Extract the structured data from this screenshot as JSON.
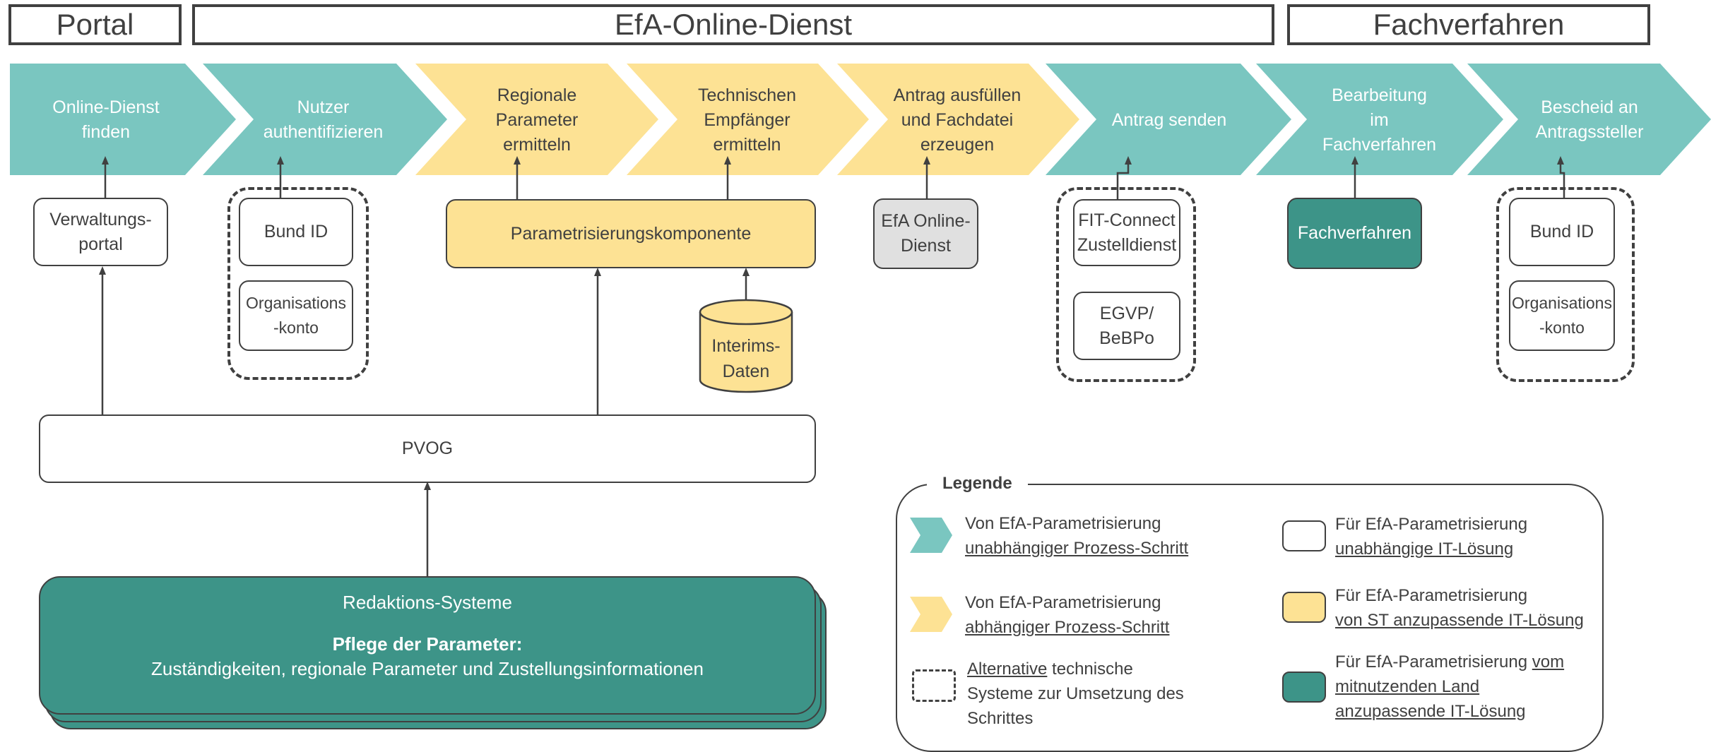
{
  "headers": {
    "portal": "Portal",
    "efa": "EfA-Online-Dienst",
    "fach": "Fachverfahren"
  },
  "steps": [
    {
      "label": "Online-Dienst\nfinden",
      "kind": "teal"
    },
    {
      "label": "Nutzer\nauthentifizieren",
      "kind": "teal"
    },
    {
      "label": "Regionale\nParameter\nermitteln",
      "kind": "yellow"
    },
    {
      "label": "Technischen\nEmpfänger\nermitteln",
      "kind": "yellow"
    },
    {
      "label": "Antrag ausfüllen\nund Fachdatei\nerzeugen",
      "kind": "yellow"
    },
    {
      "label": "Antrag senden",
      "kind": "teal"
    },
    {
      "label": "Bearbeitung\nim\nFachverfahren",
      "kind": "teal"
    },
    {
      "label": "Bescheid an\nAntragssteller",
      "kind": "teal"
    }
  ],
  "components": {
    "verwaltungsportal": "Verwaltungs-\nportal",
    "bund_id_1": "Bund ID",
    "org_konto_1": "Organisations\n-konto",
    "param_komp": "Parametrisierungskomponente",
    "interims": "Interims-\nDaten",
    "efa_online": "EfA Online-\nDienst",
    "fit_connect": "FIT-Connect\nZustelldienst",
    "egvp": "EGVP/\nBeBPo",
    "fachverfahren": "Fachverfahren",
    "bund_id_2": "Bund ID",
    "org_konto_2": "Organisations\n-konto",
    "pvog": "PVOG"
  },
  "redaktion": {
    "title": "Redaktions-Systeme",
    "bold": "Pflege der Parameter:",
    "text": "Zuständigkeiten, regionale Parameter und Zustellungsinformationen"
  },
  "legend": {
    "title": "Legende",
    "teal_step_1": "Von EfA-Parametrisierung",
    "teal_step_2": "unabhängiger Prozess-Schritt",
    "yellow_step_1": "Von EfA-Parametrisierung",
    "yellow_step_2": "abhängiger Prozess-Schritt",
    "alt_1": "Alternative",
    "alt_2": " technische",
    "alt_3": "Systeme zur Umsetzung des",
    "alt_4": "Schrittes",
    "white_1": "Für EfA-Parametrisierung",
    "white_2": "unabhängige IT-Lösung",
    "yellow_1": "Für EfA-Parametrisierung",
    "yellow_2": "von ST anzupassende IT-Lösung",
    "teal_1": "Für EfA-Parametrisierung ",
    "teal_2": "vom",
    "teal_3": "mitnutzenden Land",
    "teal_4": "anzupassende IT-Lösung"
  },
  "colors": {
    "teal_light": "#7AC6C0",
    "yellow": "#FDE294",
    "teal_dark": "#3D9488",
    "grey": "#E0E0E0",
    "line": "#404040"
  }
}
